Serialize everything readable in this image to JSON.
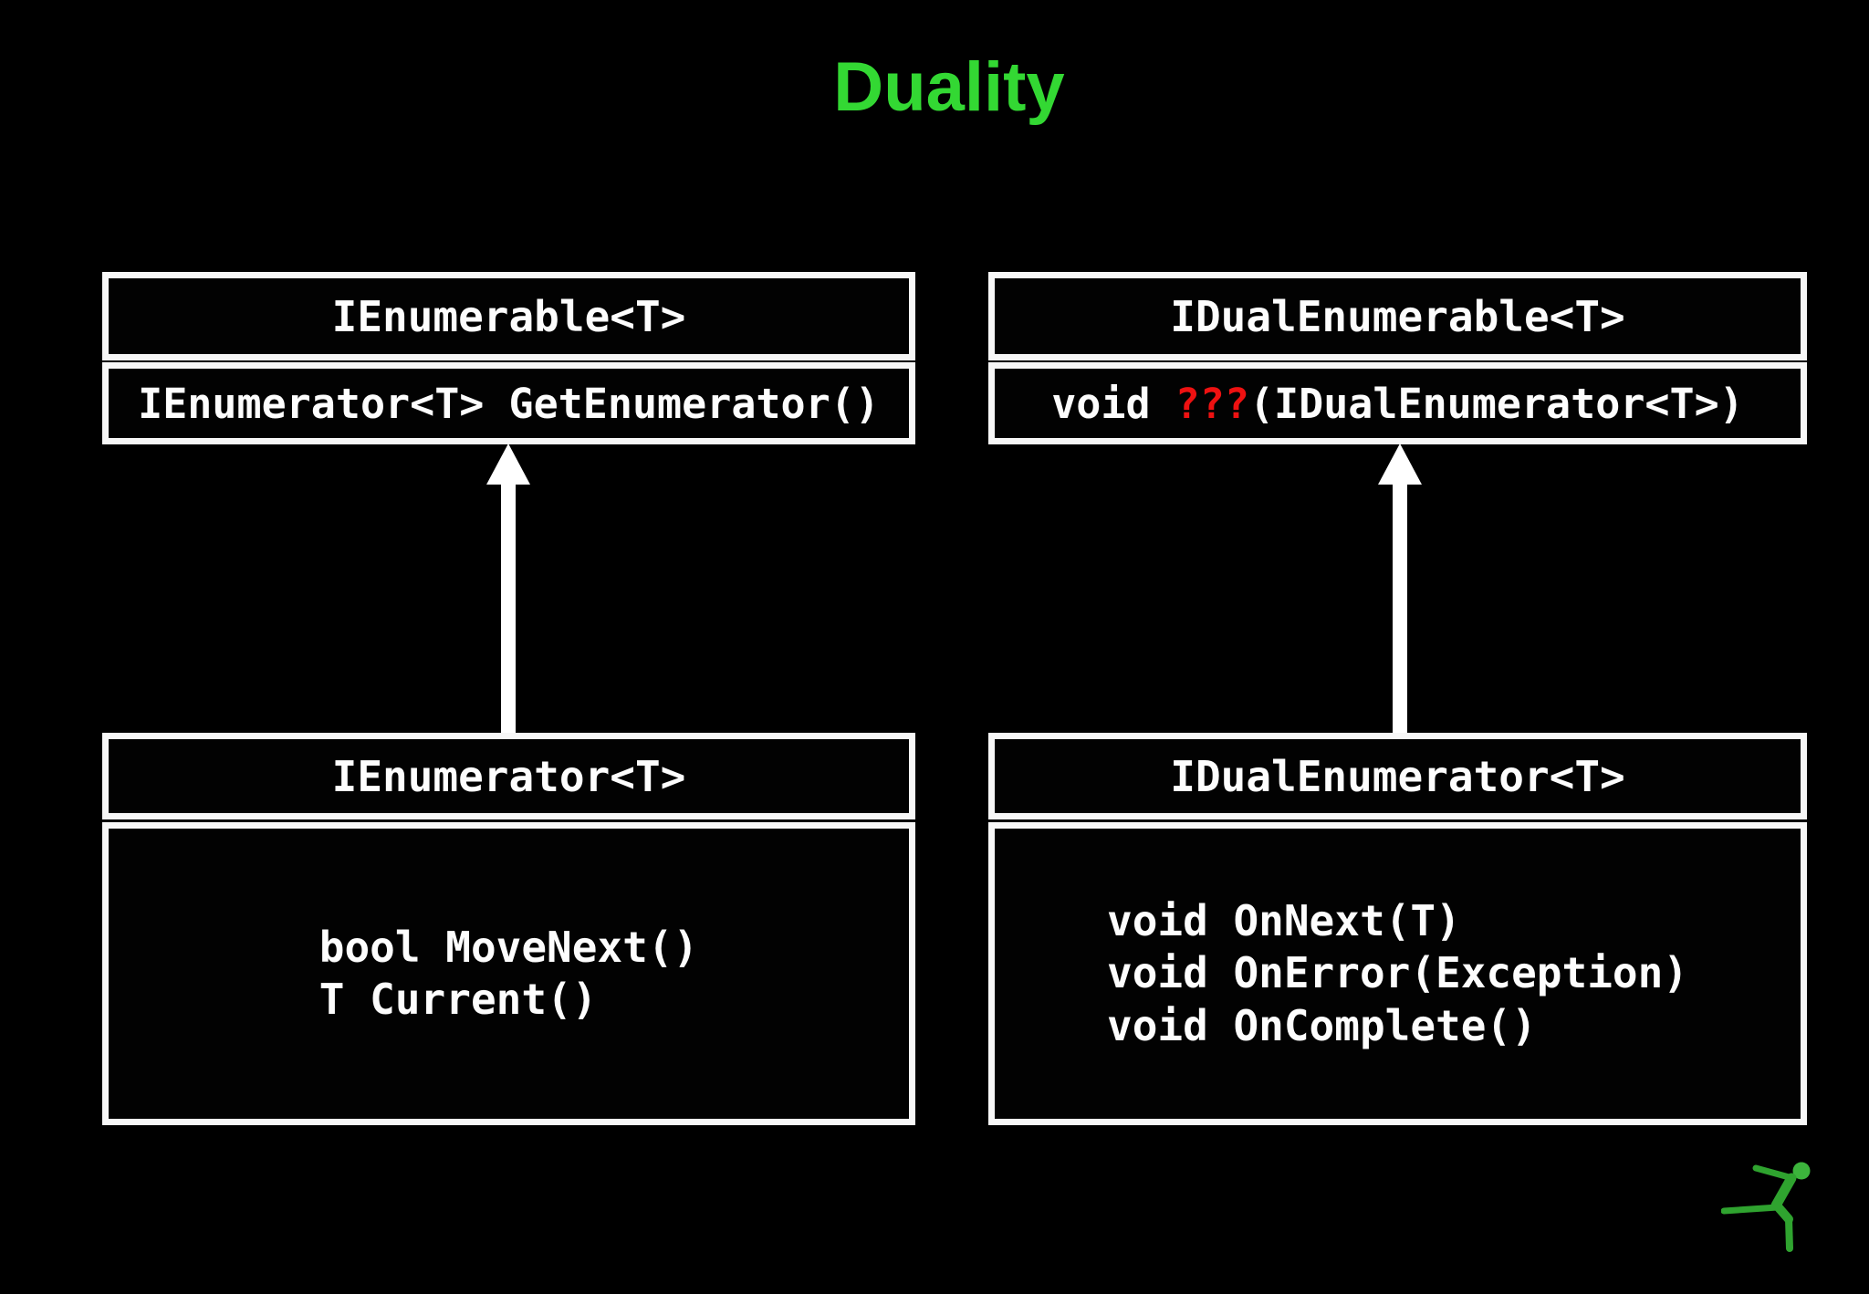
{
  "slide": {
    "title": "Duality",
    "background": "#000000",
    "title_color": "#33d833"
  },
  "diagram": {
    "left": {
      "top_box": {
        "title": "IEnumerable<T>",
        "method": "IEnumerator<T> GetEnumerator()"
      },
      "arrow": "inheritance-arrow-up",
      "bottom_box": {
        "title": "IEnumerator<T>",
        "methods": [
          "bool MoveNext()",
          "T Current()"
        ]
      }
    },
    "right": {
      "top_box": {
        "title": "IDualEnumerable<T>",
        "method_parts": {
          "prefix": "void ",
          "unknown": "???",
          "suffix": "(IDualEnumerator<T>)"
        },
        "unknown_color": "#ee1111"
      },
      "arrow": "inheritance-arrow-up",
      "bottom_box": {
        "title": "IDualEnumerator<T>",
        "methods": [
          "void OnNext(T)",
          "void OnError(Exception)",
          "void OnComplete()"
        ]
      }
    }
  },
  "logo": {
    "name": "green-runner",
    "color": "#2fa32f"
  },
  "style": {
    "box_border_color": "#f7f7f7",
    "text_color": "#fdfdfd",
    "arrow_color": "#ffffff"
  }
}
